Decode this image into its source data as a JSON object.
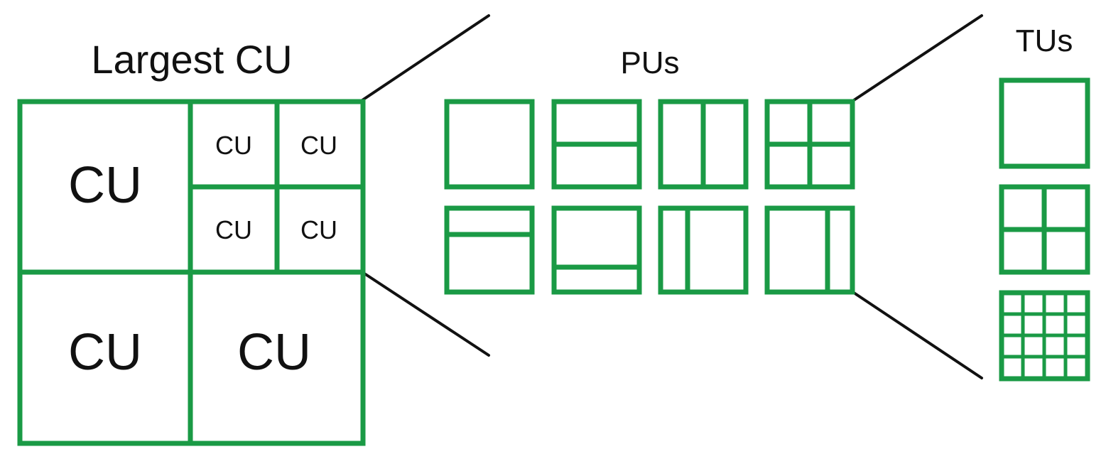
{
  "diagram": {
    "colors": {
      "block": "#1a9a45",
      "connector": "#111111",
      "text": "#111111"
    },
    "largest_cu": {
      "title": "Largest CU",
      "cu_labels": {
        "top_left": "CU",
        "small_1": "CU",
        "small_2": "CU",
        "small_3": "CU",
        "small_4": "CU",
        "bottom_left": "CU",
        "bottom_right": "CU"
      }
    },
    "pus": {
      "title": "PUs",
      "partitions": [
        "2Nx2N",
        "2NxN",
        "Nx2N",
        "NxN",
        "2NxnU",
        "2NxnD",
        "nLx2N",
        "nRx2N"
      ]
    },
    "tus": {
      "title": "TUs",
      "levels": [
        "1x1",
        "2x2",
        "4x4"
      ]
    }
  }
}
